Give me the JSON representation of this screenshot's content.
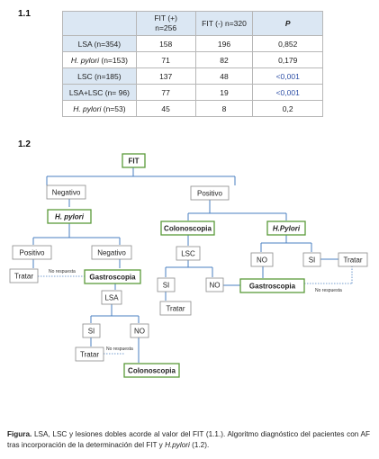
{
  "section_1": "1.1",
  "section_2": "1.2",
  "table": {
    "headers": {
      "fit_pos": "FIT (+)",
      "fit_pos_n": "n=256",
      "fit_neg": "FIT (-) n=320",
      "p": "P"
    },
    "rows": [
      {
        "label": "LSA (n=354)",
        "fit_pos": "158",
        "fit_neg": "196",
        "p": "0,852",
        "kind": "main"
      },
      {
        "label_italic": "H. pylori",
        "label_rest": " (n=153)",
        "fit_pos": "71",
        "fit_neg": "82",
        "p": "0,179",
        "kind": "sub"
      },
      {
        "label": "LSC (n=185)",
        "fit_pos": "137",
        "fit_neg": "48",
        "p": "<0,001",
        "kind": "main",
        "significant": true
      },
      {
        "label": "LSA+LSC (n= 96)",
        "fit_pos": "77",
        "fit_neg": "19",
        "p": "<0,001",
        "kind": "main",
        "significant": true
      },
      {
        "label_italic": "H. pylori",
        "label_rest": " (n=53)",
        "fit_pos": "45",
        "fit_neg": "8",
        "p": "0,2",
        "kind": "sub"
      }
    ]
  },
  "flow": {
    "fit": "FIT",
    "negativo": "Negativo",
    "positivo": "Positivo",
    "h_pylori_left": "H. pylori",
    "colonoscopia_top": "Colonoscopia",
    "h_pylori_right": "H.Pylori",
    "positivo_2": "Positivo",
    "negativo_2": "Negativo",
    "lsc": "LSC",
    "no_right": "NO",
    "si_right": "SI",
    "tratar_right": "Tratar",
    "tratar_left": "Tratar",
    "no_respuesta_1": "No respuesta",
    "gastroscopia_left": "Gastroscopia",
    "si_mid": "SI",
    "no_mid": "NO",
    "gastroscopia_right": "Gastroscopia",
    "no_respuesta_3": "No respuesta",
    "tratar_mid": "Tratar",
    "lsa": "LSA",
    "si_low": "SI",
    "no_low": "NO",
    "no_respuesta_2": "No respuesta",
    "tratar_low": "Tratar",
    "colonoscopia_bottom": "Colonoscopia"
  },
  "caption": {
    "label": "Figura.",
    "text_1": " LSA, LSC y lesiones dobles acorde al valor del FIT (1.1.). Algoritmo diagnóstico del pacientes con AF tras incorporación de la determinación del FIT y ",
    "italic": "H.pylori",
    "text_2": " (1.2)."
  },
  "colors": {
    "header_bg": "#dbe7f3",
    "node_border": "#5b9a3a",
    "line": "#4a7fc0",
    "significant": "#2d4fa6"
  }
}
